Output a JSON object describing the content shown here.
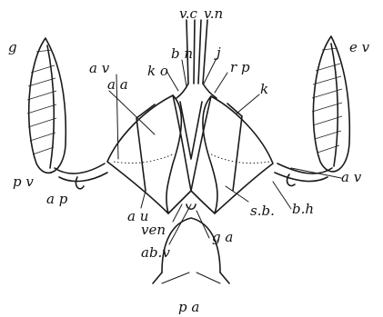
{
  "labels": {
    "vc": "v.c",
    "vn": "v.n",
    "g": "g",
    "ev": "e v",
    "ko": "k o",
    "bn": "b n",
    "j": "j",
    "aa": "a a",
    "rp": "r p",
    "av_left": "a v",
    "k": "k",
    "av_right": "a v",
    "pv": "p v",
    "ap": "a p",
    "au": "a u",
    "ven": "ven",
    "abv": "ab.v",
    "ga": "g a",
    "sb": "s.b.",
    "bh": "b.h",
    "pa": "p a"
  }
}
